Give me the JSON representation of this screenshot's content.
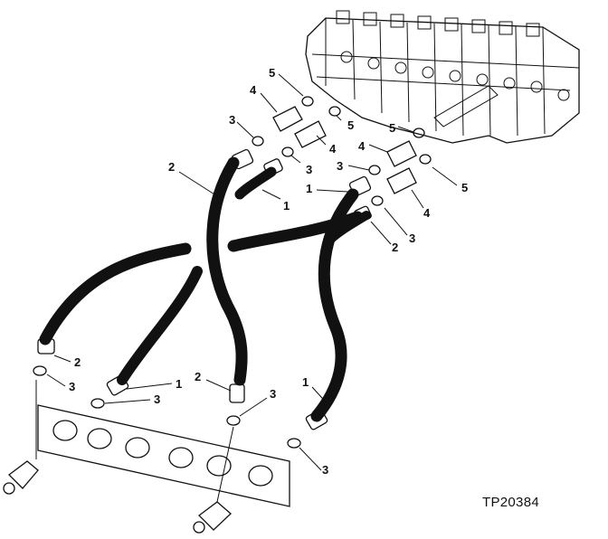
{
  "figure_code": "TP20384",
  "part_numbers": {
    "hose": "1",
    "long_hose": "2",
    "o_ring": "3",
    "adapter": "4",
    "small_o_ring": "5"
  },
  "colors": {
    "ink": "#111111",
    "paper": "#ffffff"
  },
  "callout_labels": [
    {
      "part": "5"
    },
    {
      "part": "4"
    },
    {
      "part": "3"
    },
    {
      "part": "5"
    },
    {
      "part": "4"
    },
    {
      "part": "3"
    },
    {
      "part": "2"
    },
    {
      "part": "1"
    },
    {
      "part": "5"
    },
    {
      "part": "4"
    },
    {
      "part": "3"
    },
    {
      "part": "1"
    },
    {
      "part": "5"
    },
    {
      "part": "4"
    },
    {
      "part": "3"
    },
    {
      "part": "2"
    },
    {
      "part": "2"
    },
    {
      "part": "3"
    },
    {
      "part": "1"
    },
    {
      "part": "3"
    },
    {
      "part": "2"
    },
    {
      "part": "3"
    },
    {
      "part": "1"
    },
    {
      "part": "3"
    }
  ]
}
